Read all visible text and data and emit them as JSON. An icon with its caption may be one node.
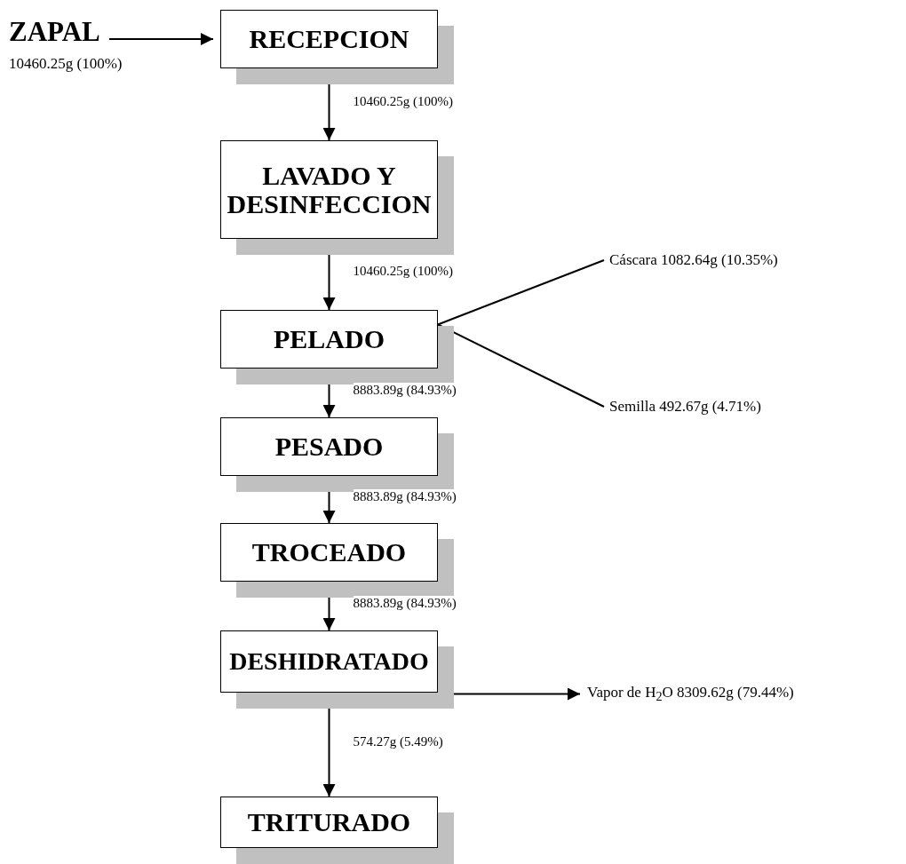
{
  "diagram": {
    "nodes": [
      {
        "text": [
          "ZAPAL"
        ],
        "beside": [
          "10460.25g (100%)"
        ]
      },
      {
        "text": [
          "RECEPCION"
        ]
      },
      {
        "text": [
          "LAVADO Y DESINFECCION"
        ]
      },
      {
        "text": [
          "PELADO"
        ]
      },
      {
        "text": [
          "Cáscara 1082.64g (10.35%)"
        ]
      },
      {
        "text": [
          "Semilla 492.67g (4.71%)"
        ]
      },
      {
        "text": [
          "PESADO"
        ]
      },
      {
        "text": [
          "TROCEADO"
        ]
      },
      {
        "text": [
          "DESHIDRATADO"
        ]
      },
      {
        "text": [
          "Vapor de H$_{2}$O 8309.62g (79.44%)"
        ]
      },
      {
        "text": [
          "TRITURADO"
        ]
      }
    ],
    "edges": [
      {
        "from": 0,
        "to": 1,
        "arrow": "to"
      },
      {
        "from": 1,
        "to": 2,
        "arrow": "to",
        "label": "10460.25g (100%)"
      },
      {
        "from": 2,
        "to": 3,
        "arrow": "to",
        "label": "10460.25g (100%)"
      },
      {
        "from": 3,
        "to": 4,
        "arrow": "none"
      },
      {
        "from": 3,
        "to": 5,
        "arrow": "none"
      },
      {
        "from": 3,
        "to": 6,
        "arrow": "to",
        "label": "8883.89g (84.93%)"
      },
      {
        "from": 6,
        "to": 7,
        "arrow": "to",
        "label": "8883.89g (84.93%)"
      },
      {
        "from": 7,
        "to": 8,
        "arrow": "to",
        "label": "8883.89g (84.93%)"
      },
      {
        "from": 8,
        "to": 9,
        "arrow": "to"
      },
      {
        "from": 8,
        "to": 10,
        "arrow": "to",
        "label": "574.27g (5.49%)"
      }
    ]
  }
}
